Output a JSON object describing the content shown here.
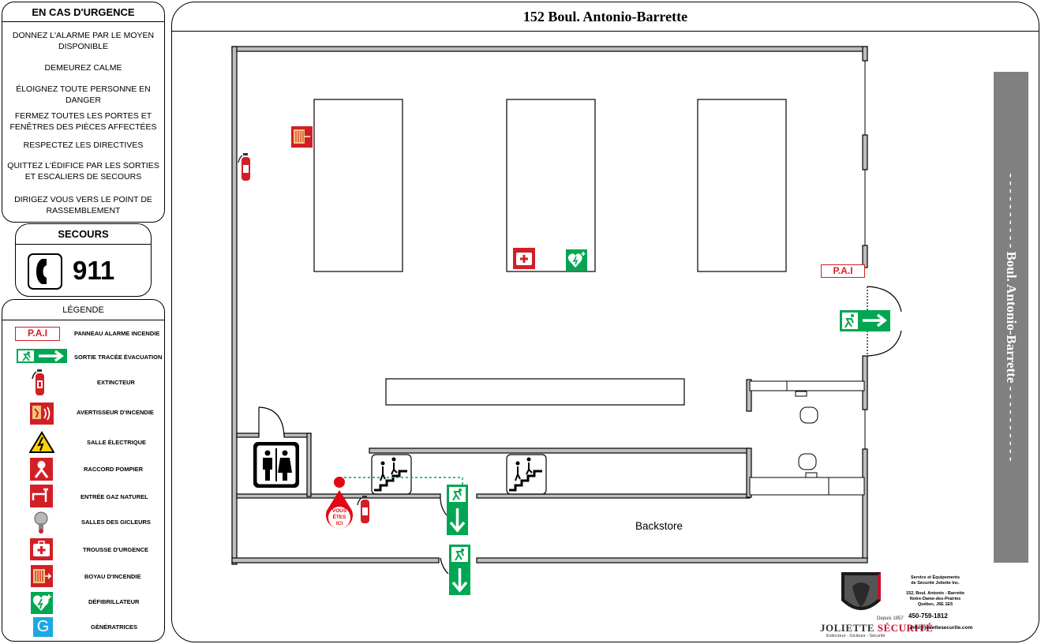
{
  "emergency": {
    "title": "EN CAS D'URGENCE",
    "items": [
      "DONNEZ L'ALARME PAR LE MOYEN DISPONIBLE",
      "DEMEUREZ CALME",
      "ÉLOIGNEZ TOUTE PERSONNE EN DANGER",
      "FERMEZ TOUTES LES PORTES ET FENÊTRES DES PIÈCES AFFECTÉES",
      "RESPECTEZ LES DIRECTIVES",
      "QUITTEZ L'ÉDIFICE PAR LES SORTIES ET ESCALIERS DE SECOURS",
      "DIRIGEZ VOUS VERS LE POINT DE RASSEMBLEMENT"
    ]
  },
  "secours": {
    "title": "SECOURS",
    "number": "911",
    "icon": "phone-icon"
  },
  "legend": {
    "title": "LÉGENDE",
    "pai_badge": "P.A.I",
    "items": [
      {
        "icon": "pai-panel-icon",
        "label": "PANNEAU ALARME INCENDIE"
      },
      {
        "icon": "exit-sign-icon",
        "label": "SORTIE TRACÉE ÉVACUATION"
      },
      {
        "icon": "extinguisher-icon",
        "label": "EXTINCTEUR"
      },
      {
        "icon": "fire-alarm-icon",
        "label": "AVERTISSEUR D'INCENDIE"
      },
      {
        "icon": "electrical-room-icon",
        "label": "SALLE ÉLECTRIQUE"
      },
      {
        "icon": "fire-dept-connection-icon",
        "label": "RACCORD POMPIER"
      },
      {
        "icon": "gas-entry-icon",
        "label": "ENTRÉE GAZ NATUREL"
      },
      {
        "icon": "sprinkler-icon",
        "label": "SALLES DES GICLEURS"
      },
      {
        "icon": "first-aid-kit-icon",
        "label": "TROUSSE D'URGENCE"
      },
      {
        "icon": "fire-hose-icon",
        "label": "BOYAU D'INCENDIE"
      },
      {
        "icon": "defibrillator-icon",
        "label": "DÉFIBRILLATEUR"
      },
      {
        "icon": "generator-icon",
        "label": "GÉNÉRATRICES"
      }
    ],
    "generator_letter": "G"
  },
  "plan": {
    "title": "152 Boul. Antonio-Barrette",
    "street_label": "Boul. Antonio-Barrette",
    "street_dashes": "- - - - - - - - - -",
    "backstore_label": "Backstore",
    "pai_label": "P.A.I",
    "you_are_here": [
      "VOUS",
      "ÊTES",
      "ICI"
    ]
  },
  "company": {
    "name_part1": "JOLIETTE ",
    "name_part2": "SÉCURITÉ",
    "since": "Depuis 1957",
    "tagline": "Extincteur - Gicleurs - Sécurité",
    "info_title": [
      "Service et Équipements",
      "de Sécurité Joliette Inc."
    ],
    "address": [
      "152, Boul. Antonio - Barrette",
      "Notre-Dame-des-Prairies",
      "Québec, J6E 1E5"
    ],
    "phone": "450-759-1812",
    "email": "info@joliettesecurite.com"
  },
  "colors": {
    "fire_red": "#d21f26",
    "safety_green": "#00a651",
    "street_gray": "#808080",
    "generator_blue": "#1ea7e1",
    "electric_yellow": "#ffd200"
  }
}
